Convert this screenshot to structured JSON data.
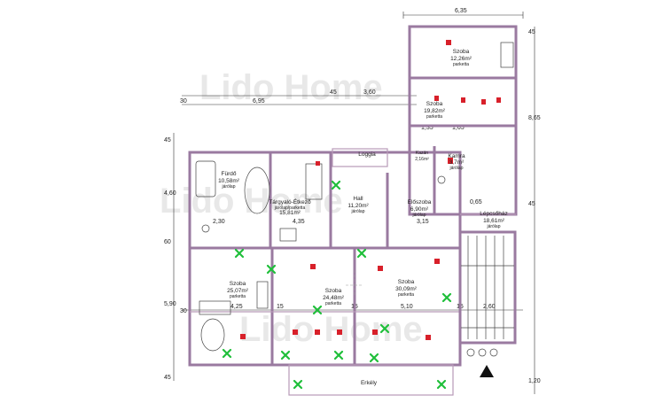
{
  "watermarks": [
    "Lido Home",
    "Lido Home",
    "Lido Home"
  ],
  "dimensions": {
    "top_width": "6,35",
    "upper_width": "6,95",
    "upper_mid": "3,60",
    "upper_right": "45",
    "upper_left": "30",
    "right_mid": "8,65",
    "right_top": "45",
    "right_low": "45",
    "right_bottom": "1,20",
    "left_top": "45",
    "left_4": "4,60",
    "left_60": "60",
    "left_5": "5,90",
    "left_bottom": "45",
    "left_mid_30": "30",
    "h_425": "4,25",
    "h_15a": "15",
    "h_15b": "15",
    "h_510": "5,10",
    "h_15c": "15",
    "h_260": "2,60",
    "h_230": "2,30",
    "h_135": "1,35",
    "h_165": "1,65",
    "h_065": "0,65",
    "h_315": "3,15",
    "h_435": "4,35"
  },
  "rooms": [
    {
      "name": "Szoba",
      "area": "12,26m²",
      "sub": "parketta"
    },
    {
      "name": "Szoba",
      "area": "19,82m²",
      "sub": "parketta"
    },
    {
      "name": "Kamra",
      "area": "3,7m²",
      "sub": "járólap"
    },
    {
      "name": "Kazán",
      "area": "2,16m²",
      "sub": ""
    },
    {
      "name": "Fürdő",
      "area": "10,58m²",
      "sub": "járólap"
    },
    {
      "name": "Tárgyaló-Étkező",
      "area": "15,81m²",
      "sub": "járólap/parketta"
    },
    {
      "name": "Hall",
      "area": "11,20m²",
      "sub": "járólap"
    },
    {
      "name": "Előszoba",
      "area": "6,90m²",
      "sub": "járólap"
    },
    {
      "name": "Lépcsőház",
      "area": "18,61m²",
      "sub": "járólap"
    },
    {
      "name": "Loggia",
      "area": "",
      "sub": ""
    },
    {
      "name": "Szoba",
      "area": "25,07m²",
      "sub": "parketta"
    },
    {
      "name": "Szoba",
      "area": "24,48m²",
      "sub": "parketta"
    },
    {
      "name": "Szoba",
      "area": "30,09m²",
      "sub": "parketta"
    },
    {
      "name": "Erkély",
      "area": "",
      "sub": ""
    }
  ]
}
